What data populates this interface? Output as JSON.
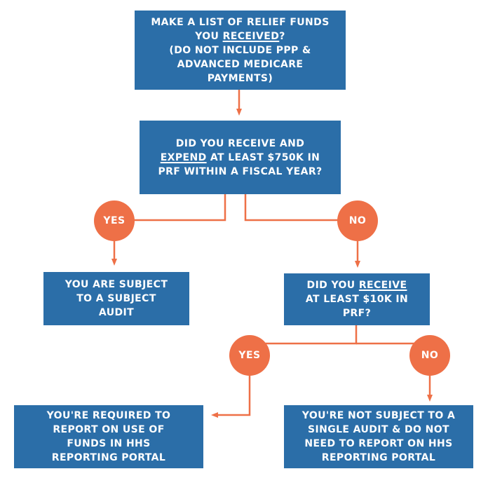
{
  "colors": {
    "box": "#2b6ea8",
    "accent": "#ee7047",
    "text": "#ffffff"
  },
  "box1": {
    "line1": "MAKE A LIST OF RELIEF FUNDS",
    "line2_pre": "YOU ",
    "line2_u": "RECEIVED",
    "line2_post": "?",
    "line3": "(DO NOT INCLUDE PPP &",
    "line4": "ADVANCED MEDICARE",
    "line5": "PAYMENTS)"
  },
  "box2": {
    "line1": "DID YOU RECEIVE AND",
    "line2_u": "EXPEND",
    "line2_post": " AT LEAST $750K IN",
    "line3": "PRF WITHIN A FISCAL YEAR?"
  },
  "yes1": "YES",
  "no1": "NO",
  "box3": {
    "line1": "YOU ARE SUBJECT",
    "line2": "TO A SUBJECT",
    "line3": "AUDIT"
  },
  "box4": {
    "line1_pre": "DID YOU ",
    "line1_u": "RECEIVE",
    "line2": "AT LEAST $10K IN",
    "line3": "PRF?"
  },
  "yes2": "YES",
  "no2": "NO",
  "box5": {
    "line1": "YOU'RE REQUIRED TO",
    "line2": "REPORT ON USE OF",
    "line3": "FUNDS IN HHS",
    "line4": "REPORTING PORTAL"
  },
  "box6": {
    "line1": "YOU'RE NOT SUBJECT TO A",
    "line2": "SINGLE AUDIT & DO NOT",
    "line3": "NEED TO REPORT ON HHS",
    "line4": "REPORTING PORTAL"
  }
}
